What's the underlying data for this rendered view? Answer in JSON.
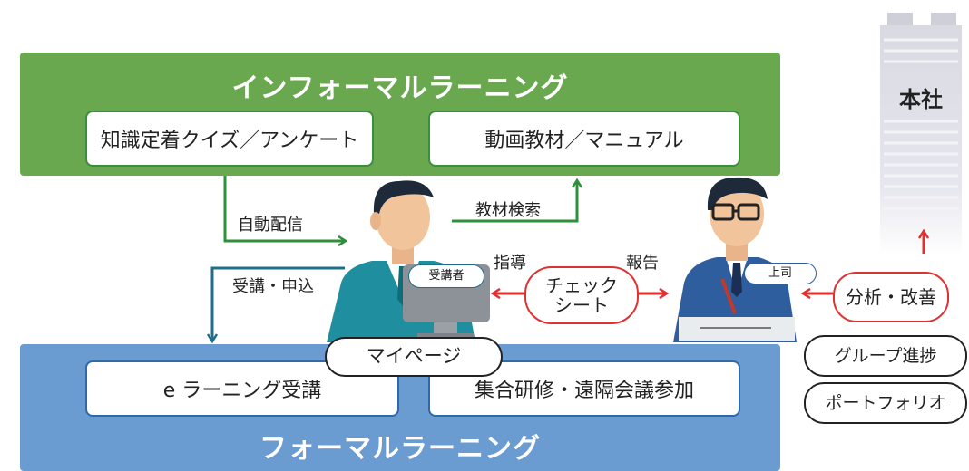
{
  "informal": {
    "title": "インフォーマルラーニング",
    "box1": "知識定着クイズ／アンケート",
    "box2": "動画教材／マニュアル"
  },
  "formal": {
    "title": "フォーマルラーニング",
    "box1": "e ラーニング受講",
    "box2": "集合研修・遠隔会議参加"
  },
  "labels": {
    "auto_delivery": "自動配信",
    "material_search": "教材検索",
    "enroll": "受講・申込",
    "guidance": "指導",
    "report": "報告"
  },
  "check_sheet": {
    "line1": "チェック",
    "line2": "シート"
  },
  "learner_badge": "受講者",
  "boss_badge": "上司",
  "mypage": "マイページ",
  "analysis": "分析・改善",
  "group_progress": "グループ進捗",
  "portfolio": "ポートフォリオ",
  "headquarters": "本社",
  "colors": {
    "green": "#6aa84f",
    "blue": "#6a9bd1",
    "dark_green": "#3a8f3a",
    "teal": "#1f6f8b",
    "red": "#e03030"
  }
}
